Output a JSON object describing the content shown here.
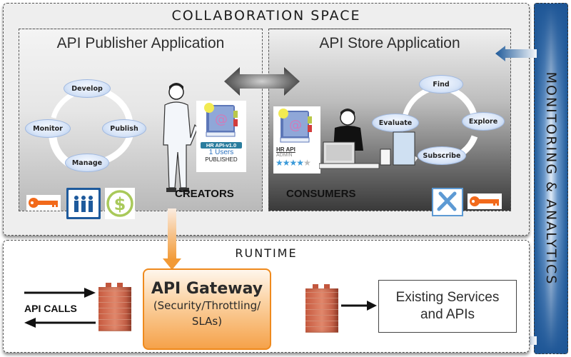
{
  "collaboration": {
    "title": "COLLABORATION SPACE",
    "publisher": {
      "title": "API Publisher Application",
      "lifecycle": [
        "Develop",
        "Publish",
        "Manage",
        "Monitor"
      ],
      "role_label": "CREATORS",
      "api_card": {
        "name": "HR API-v1.0",
        "users": "1 Users",
        "status": "PUBLISHED"
      },
      "icons": [
        "key-icon",
        "users-icon",
        "dollar-icon"
      ]
    },
    "store": {
      "title": "API Store Application",
      "lifecycle": [
        "Find",
        "Explore",
        "Subscribe",
        "Evaluate"
      ],
      "role_label": "CONSUMERS",
      "api_card": {
        "name": "HR API",
        "owner": "ADMIN",
        "rating": 4,
        "rating_max": 5
      },
      "icons": [
        "tools-icon",
        "key-icon"
      ]
    }
  },
  "runtime": {
    "title": "RUNTIME",
    "api_calls_label": "API CALLS",
    "gateway": {
      "title": "API Gateway",
      "subtitle_line1": "(Security/Throttling/",
      "subtitle_line2": "SLAs)"
    },
    "existing": {
      "line1": "Existing Services",
      "line2": "and APIs"
    }
  },
  "monitoring": {
    "title": "MONITORING & ANALYTICS"
  },
  "colors": {
    "gateway_border": "#ef8a1d",
    "monitor_blue": "#1f5a99",
    "key_orange": "#f26a1b",
    "users_blue": "#1e5a9c",
    "dollar_green": "#a9c95a"
  }
}
